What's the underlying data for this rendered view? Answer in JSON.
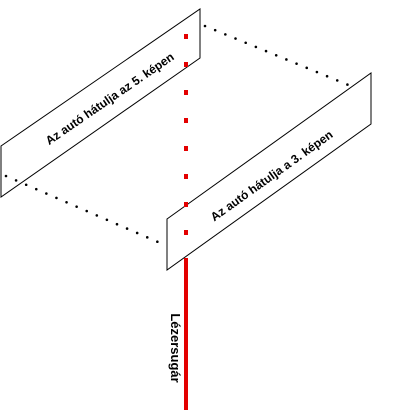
{
  "panels": {
    "rear_5": {
      "label": "Az autó hátulja az 5. képen"
    },
    "rear_3": {
      "label": "Az autó hátulja a 3. képen"
    }
  },
  "beam": {
    "label": "Lézersugár"
  },
  "colors": {
    "beam": "#e30000",
    "outline": "#000000",
    "connector_dots": "#000000",
    "background": "#ffffff"
  }
}
